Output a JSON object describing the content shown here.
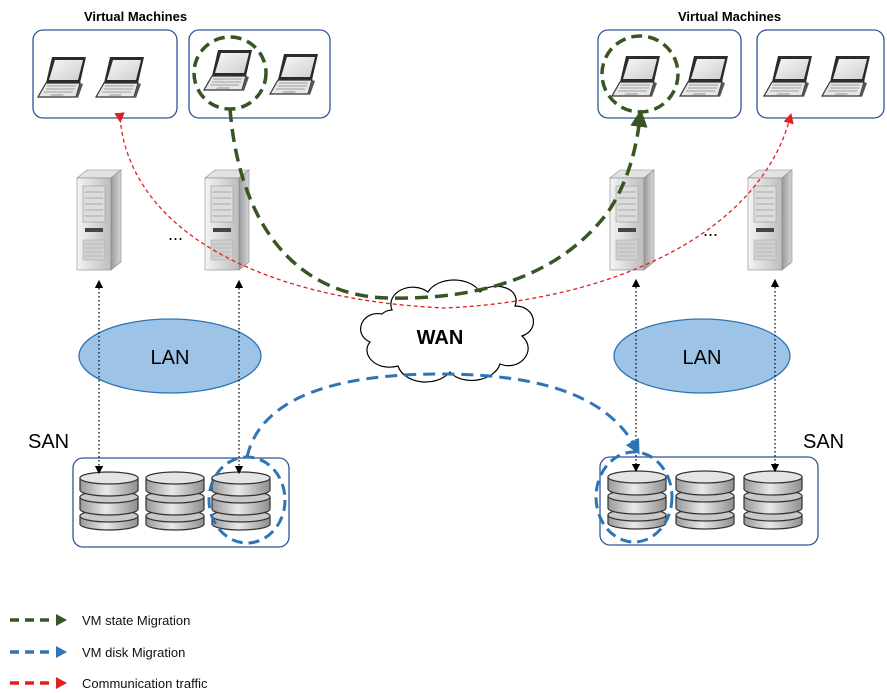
{
  "sites": {
    "left": {
      "vm_title": "Virtual Machines",
      "lan_label": "LAN",
      "san_label": "SAN",
      "ellipsis": "..."
    },
    "right": {
      "vm_title": "Virtual Machines",
      "lan_label": "LAN",
      "san_label": "SAN",
      "ellipsis": "..."
    }
  },
  "wan_label": "WAN",
  "legend": [
    {
      "label": "VM state Migration",
      "color": "#375623"
    },
    {
      "label": "VM disk Migration",
      "color": "#2E75B6"
    },
    {
      "label": "Communication traffic",
      "color": "#E02020"
    }
  ],
  "colors": {
    "lan_fill": "#9DC3E6",
    "lan_stroke": "#2E75B6",
    "box_stroke": "#2F5597"
  }
}
